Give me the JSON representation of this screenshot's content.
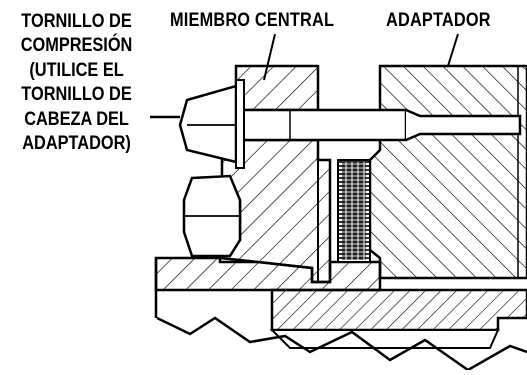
{
  "labels": {
    "screw_lines": [
      "TORNILLO DE",
      "COMPRESIÓN",
      "(UTILICE EL",
      "TORNILLO DE",
      "CABEZA DEL",
      "ADAPTADOR)"
    ],
    "center_member": "MIEMBRO CENTRAL",
    "adapter": "ADAPTADOR"
  },
  "colors": {
    "line": "#000000",
    "background": "#ffffff",
    "hatch": "#000000"
  }
}
